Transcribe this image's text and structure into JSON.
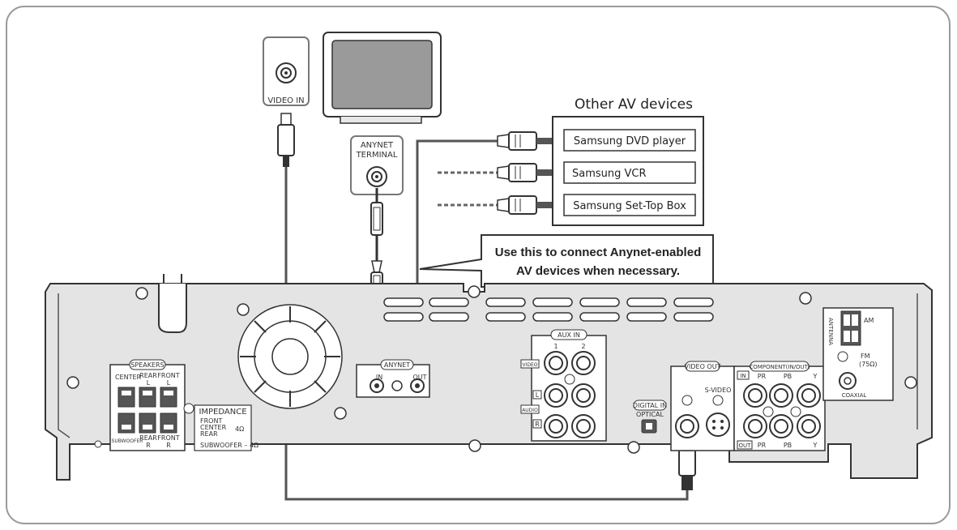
{
  "tv": {
    "video_in": "VIDEO IN"
  },
  "anynet_terminal": {
    "line1": "ANYNET",
    "line2": "TERMINAL"
  },
  "other_av": {
    "title": "Other AV devices",
    "devices": [
      "Samsung DVD player",
      "Samsung VCR",
      "Samsung Set-Top Box"
    ]
  },
  "callout": {
    "line1": "Use this to connect Anynet-enabled",
    "line2": "AV devices when necessary."
  },
  "rear_panel": {
    "speakers": "SPEAKERS",
    "center": "CENTER",
    "rear_l": "REAR",
    "rear_l_sub": "L",
    "front_l": "FRONT",
    "front_l_sub": "L",
    "subwoofer": "SUBWOOFER",
    "rear_r": "REAR",
    "rear_r_sub": "R",
    "front_r": "FRONT",
    "front_r_sub": "R",
    "impedance": "IMPEDANCE",
    "imp_front": "FRONT",
    "imp_center": "CENTER",
    "imp_rear": "REAR",
    "imp_ohm": "4Ω",
    "imp_sub": "SUBWOOFER – 4Ω",
    "anynet": "ANYNET",
    "anynet_in": "IN",
    "anynet_out": "OUT",
    "aux_in": "AUX IN",
    "aux_1": "1",
    "aux_2": "2",
    "video": "VIDEO",
    "l": "L",
    "audio": "AUDIO",
    "r": "R",
    "digital_in": "DIGITAL IN",
    "optical": "OPTICAL",
    "video_out": "VIDEO OUT",
    "s_video": "S-VIDEO",
    "component": "COMPONENT(IN/OUT)",
    "comp_in": "IN",
    "comp_out": "OUT",
    "pr": "PR",
    "pb": "PB",
    "y": "Y",
    "antenna": "ANTENNA",
    "am": "AM",
    "fm": "FM",
    "fm_ohm": "(75Ω)",
    "coaxial": "COAXIAL"
  }
}
